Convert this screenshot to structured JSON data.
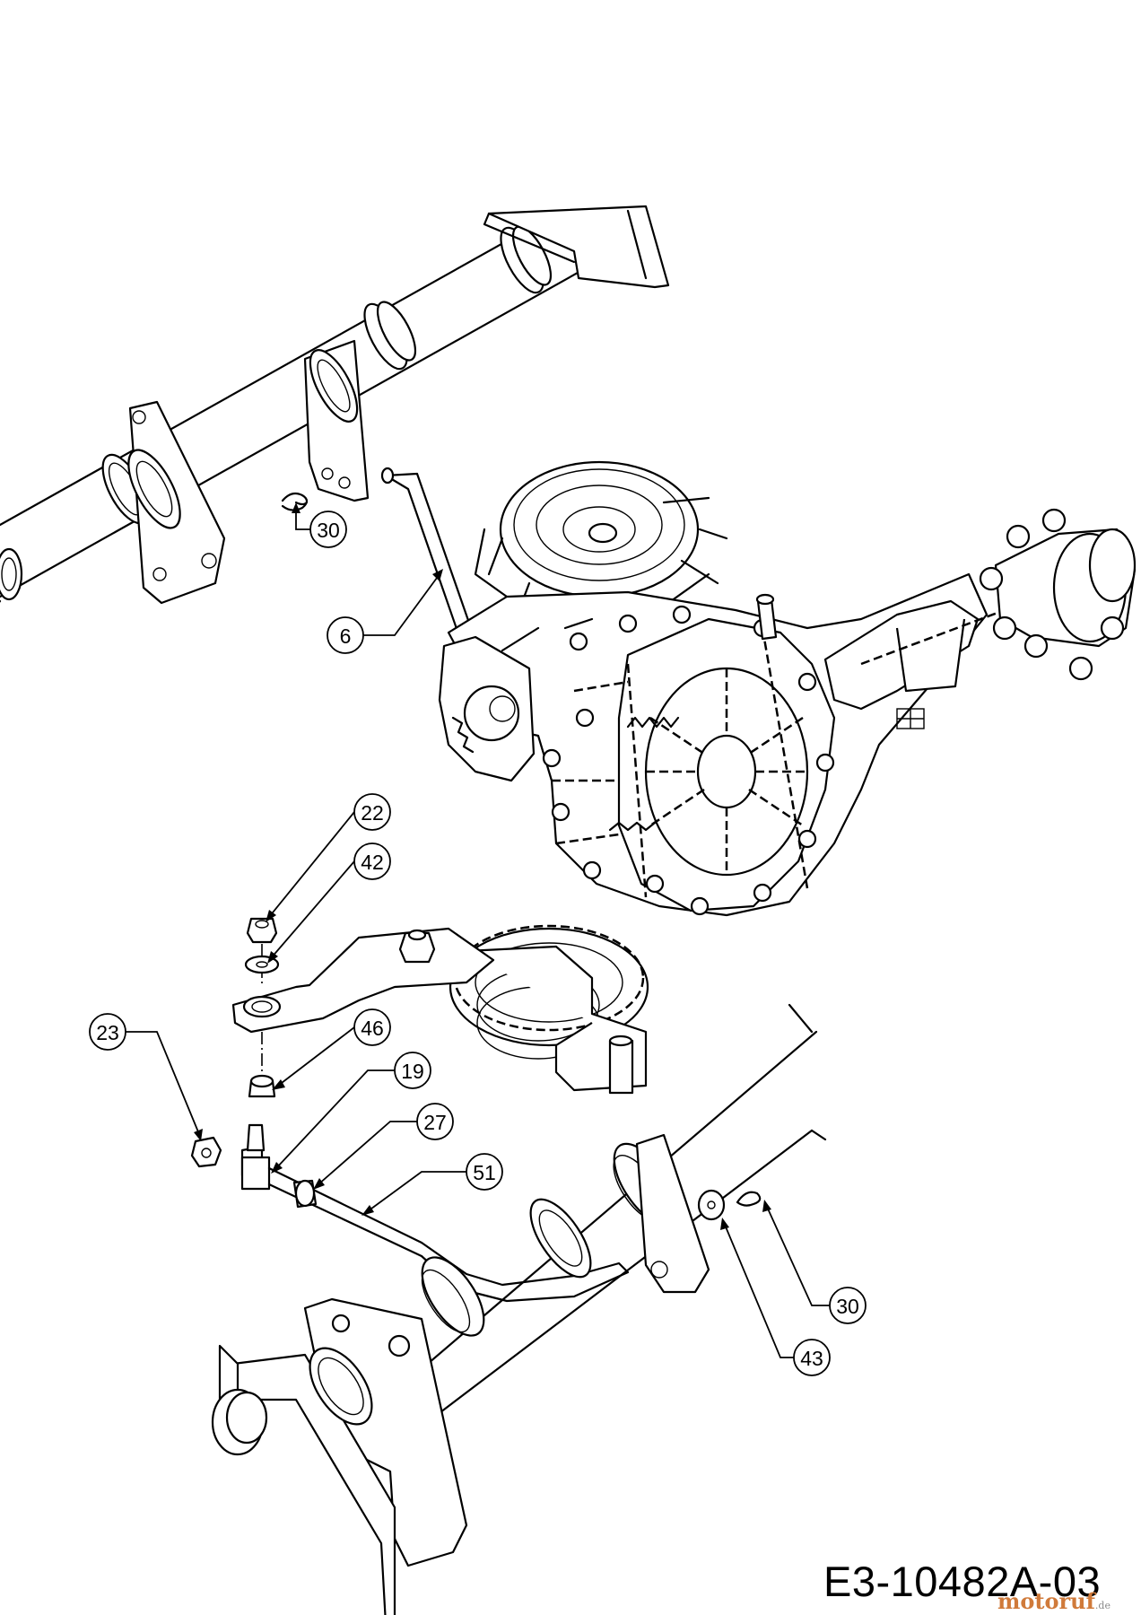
{
  "callouts": [
    {
      "id": "c30a",
      "label": "30"
    },
    {
      "id": "c6",
      "label": "6"
    },
    {
      "id": "c22",
      "label": "22"
    },
    {
      "id": "c42",
      "label": "42"
    },
    {
      "id": "c23",
      "label": "23"
    },
    {
      "id": "c46",
      "label": "46"
    },
    {
      "id": "c19",
      "label": "19"
    },
    {
      "id": "c27",
      "label": "27"
    },
    {
      "id": "c51",
      "label": "51"
    },
    {
      "id": "c30b",
      "label": "30"
    },
    {
      "id": "c43",
      "label": "43"
    }
  ],
  "drawing_code": "E3-10482A-03",
  "watermark": {
    "name": "motoruf",
    "tld": ".de",
    "color": "#d07a3a"
  }
}
